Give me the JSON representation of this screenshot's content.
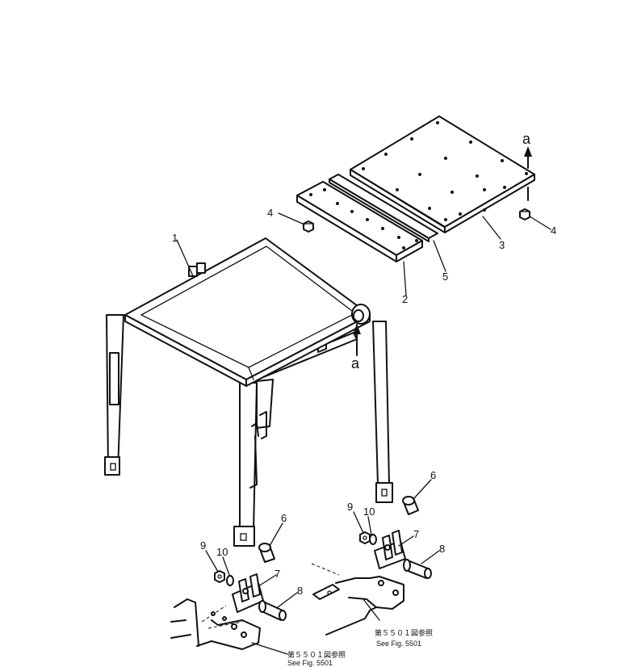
{
  "parts": [
    {
      "id": "part-1",
      "label": "1"
    },
    {
      "id": "part-2",
      "label": "2"
    },
    {
      "id": "part-3",
      "label": "3"
    },
    {
      "id": "part-4a",
      "label": "4"
    },
    {
      "id": "part-4b",
      "label": "4"
    },
    {
      "id": "part-5",
      "label": "5"
    },
    {
      "id": "part-6a",
      "label": "6"
    },
    {
      "id": "part-6b",
      "label": "6"
    },
    {
      "id": "part-7a",
      "label": "7"
    },
    {
      "id": "part-7b",
      "label": "7"
    },
    {
      "id": "part-8a",
      "label": "8"
    },
    {
      "id": "part-8b",
      "label": "8"
    },
    {
      "id": "part-9a",
      "label": "9"
    },
    {
      "id": "part-9b",
      "label": "9"
    },
    {
      "id": "part-10a",
      "label": "10"
    },
    {
      "id": "part-10b",
      "label": "10"
    }
  ],
  "markers": [
    {
      "id": "marker-a-top",
      "label": "a"
    },
    {
      "id": "marker-a-frame",
      "label": "a"
    }
  ],
  "references": [
    {
      "id": "ref-right",
      "jp": "第５５０１図参照",
      "en": "See Fig. 5501"
    },
    {
      "id": "ref-left",
      "jp": "第５５０１図参照",
      "en": "See Fig. 5501"
    }
  ]
}
